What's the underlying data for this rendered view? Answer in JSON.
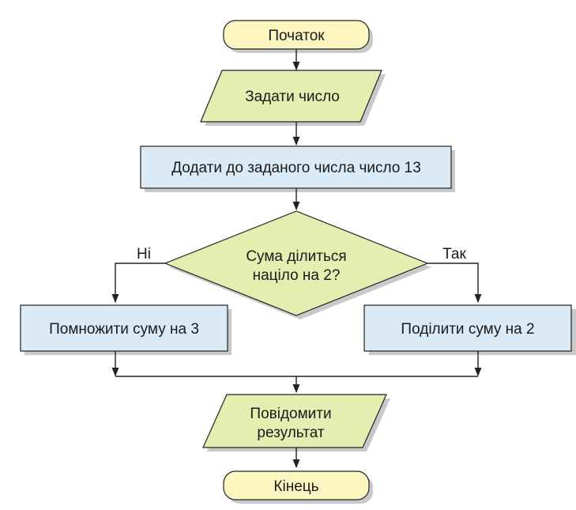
{
  "nodes": {
    "start": "Початок",
    "input": "Задати число",
    "add": "Додати до заданого числа число 13",
    "condition_line1": "Сума ділиться",
    "condition_line2": "націло на 2?",
    "branch_no_label": "Ні",
    "branch_yes_label": "Так",
    "multiply": "Помножити суму на 3",
    "divide": "Поділити суму на 2",
    "output_line1": "Повідомити",
    "output_line2": "результат",
    "end": "Кінець"
  },
  "colors": {
    "terminal_fill": "#fdf6c0",
    "io_fill": "#e6edb0",
    "process_fill": "#daeaf6",
    "decision_fill": "#e6edb0",
    "stroke": "#222222",
    "shadow": "#c9c9c9"
  }
}
